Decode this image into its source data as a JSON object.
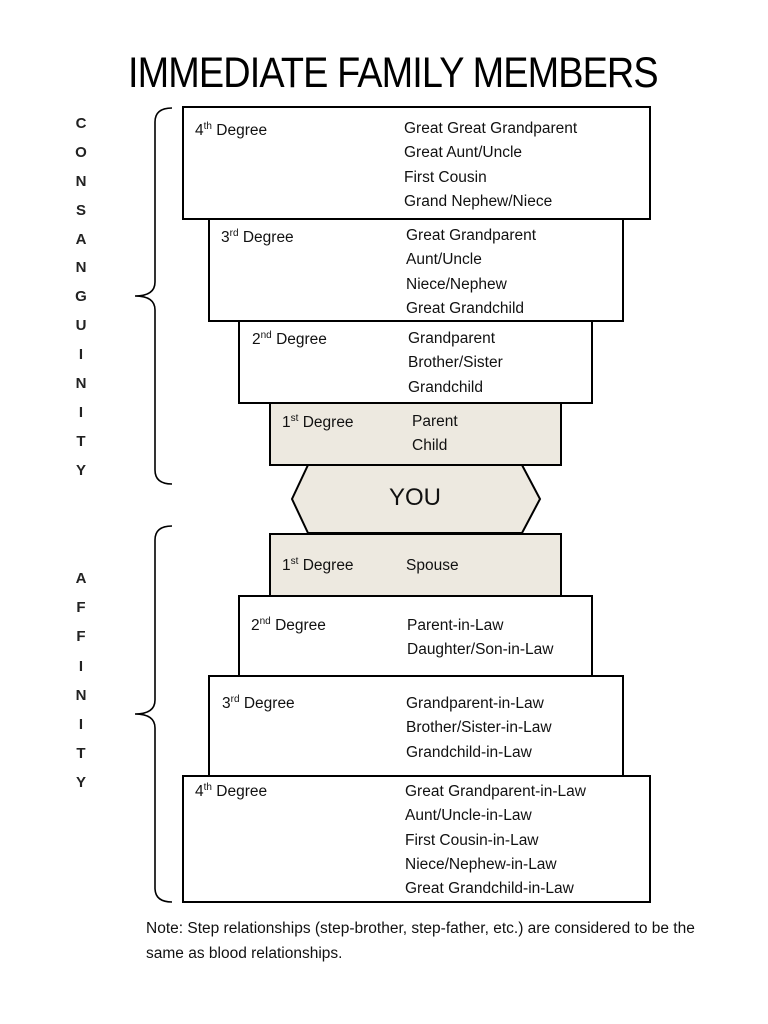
{
  "title": "IMMEDIATE FAMILY MEMBERS",
  "side_labels": {
    "consanguinity": [
      "C",
      "O",
      "N",
      "S",
      "A",
      "N",
      "G",
      "U",
      "I",
      "N",
      "I",
      "T",
      "Y"
    ],
    "affinity": [
      "A",
      "F",
      "F",
      "I",
      "N",
      "I",
      "T",
      "Y"
    ]
  },
  "center_label": "YOU",
  "consanguinity_levels": [
    {
      "degree_num": "4",
      "degree_sup": "th",
      "degree_word": "Degree",
      "relations": [
        "Great Great Grandparent",
        "Great Aunt/Uncle",
        "First Cousin",
        "Grand Nephew/Niece"
      ]
    },
    {
      "degree_num": "3",
      "degree_sup": "rd",
      "degree_word": "Degree",
      "relations": [
        "Great Grandparent",
        "Aunt/Uncle",
        "Niece/Nephew",
        "Great Grandchild"
      ]
    },
    {
      "degree_num": "2",
      "degree_sup": "nd",
      "degree_word": "Degree",
      "relations": [
        "Grandparent",
        "Brother/Sister",
        "Grandchild"
      ]
    },
    {
      "degree_num": "1",
      "degree_sup": "st",
      "degree_word": "Degree",
      "relations": [
        "Parent",
        "Child"
      ]
    }
  ],
  "affinity_levels": [
    {
      "degree_num": "1",
      "degree_sup": "st",
      "degree_word": "Degree",
      "relations": [
        "Spouse"
      ]
    },
    {
      "degree_num": "2",
      "degree_sup": "nd",
      "degree_word": "Degree",
      "relations": [
        "Parent-in-Law",
        "Daughter/Son-in-Law"
      ]
    },
    {
      "degree_num": "3",
      "degree_sup": "rd",
      "degree_word": "Degree",
      "relations": [
        "Grandparent-in-Law",
        "Brother/Sister-in-Law",
        "Grandchild-in-Law"
      ]
    },
    {
      "degree_num": "4",
      "degree_sup": "th",
      "degree_word": "Degree",
      "relations": [
        "Great Grandparent-in-Law",
        "Aunt/Uncle-in-Law",
        "First Cousin-in-Law",
        "Niece/Nephew-in-Law",
        "Great Grandchild-in-Law"
      ]
    }
  ],
  "note": "Note: Step relationships (step-brother, step-father, etc.) are considered to be the same as blood relationships.",
  "colors": {
    "shaded_fill": "#ede9e0",
    "box_fill": "#ffffff",
    "line": "#000000"
  }
}
